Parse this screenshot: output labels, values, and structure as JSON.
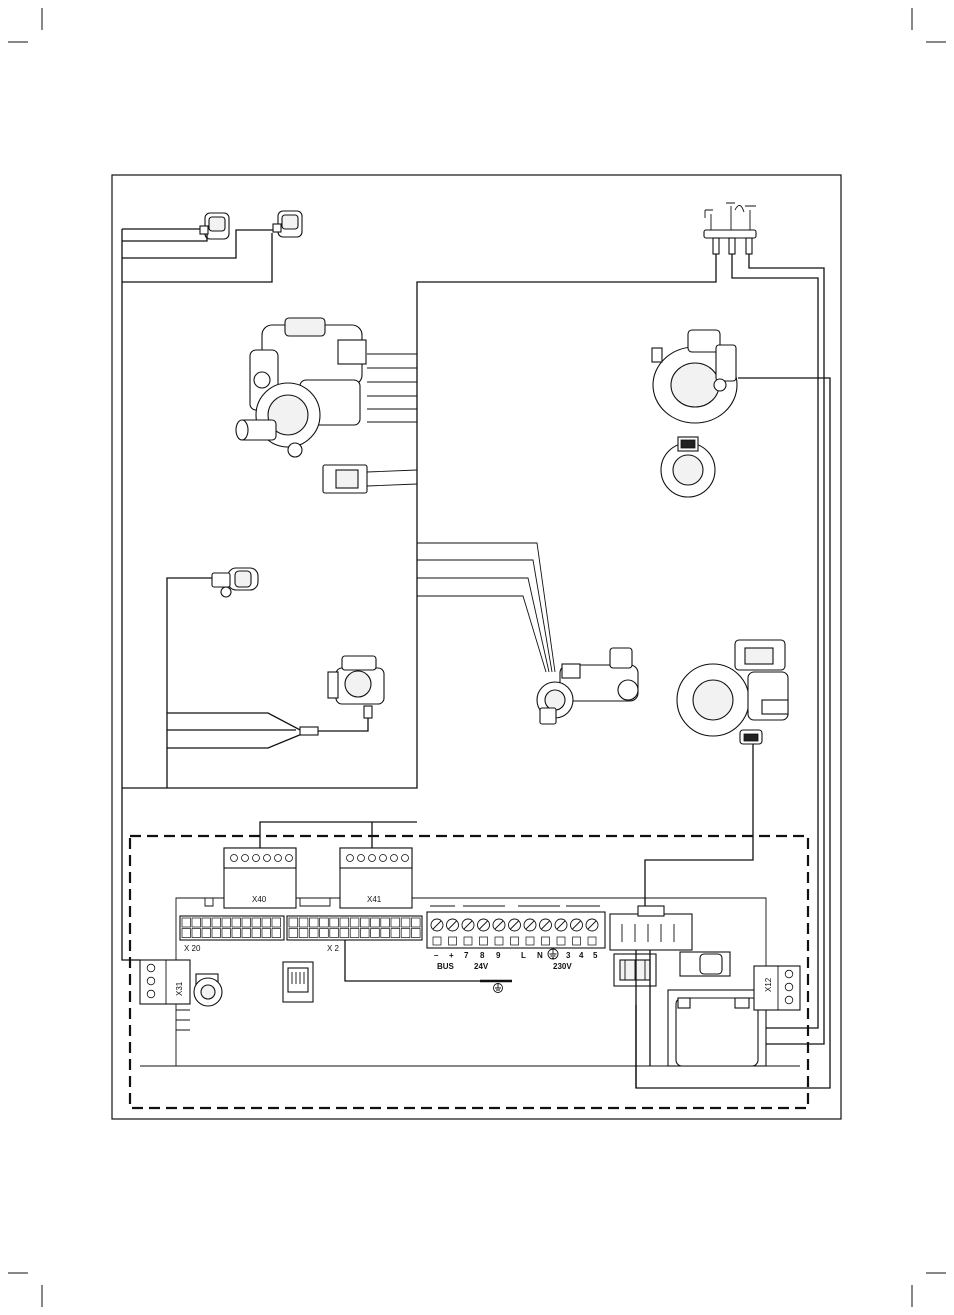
{
  "board": {
    "connector_x40": "X40",
    "connector_x41": "X41",
    "connector_x20": "X 20",
    "connector_x2": "X 2",
    "connector_x31": "X31",
    "connector_x12": "X12",
    "terminal_labels": [
      "–",
      "+",
      "7",
      "8",
      "9",
      "L",
      "N",
      "3",
      "4",
      "5"
    ],
    "group_bus": "BUS",
    "group_24v": "24V",
    "group_230v": "230V"
  },
  "icons": [
    "ground-symbol",
    "earth-terminal-symbol"
  ]
}
